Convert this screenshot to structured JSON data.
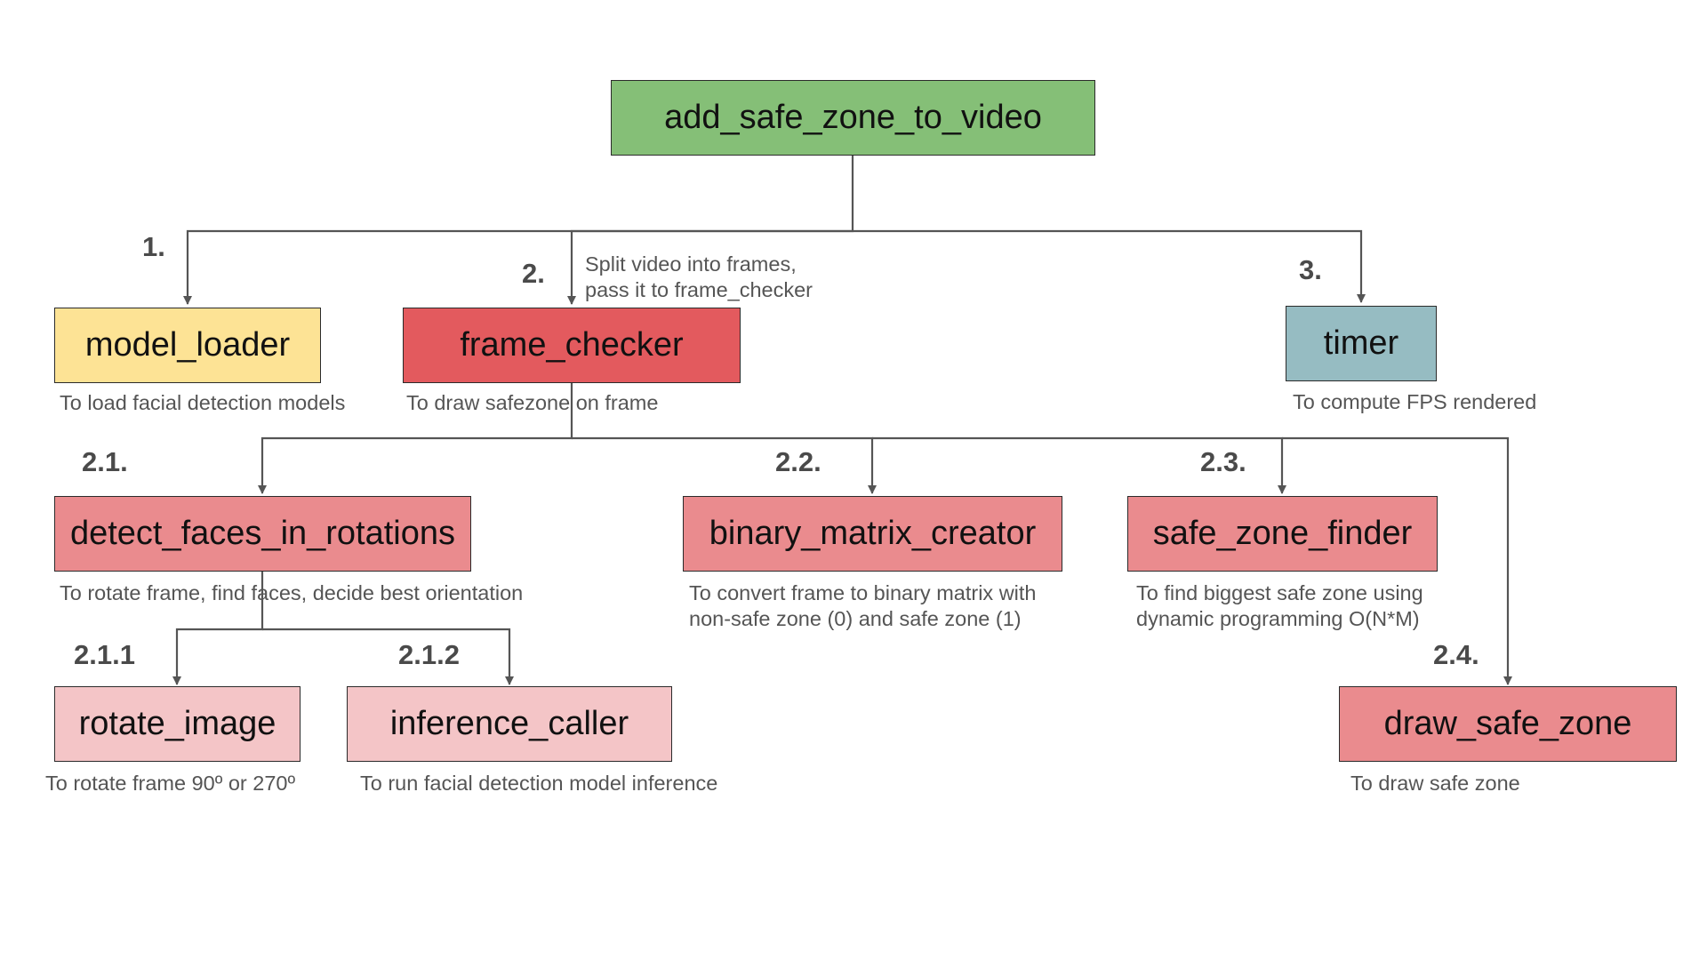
{
  "colors": {
    "root": "#85bf77",
    "loader": "#fde395",
    "checker": "#e35a5e",
    "timer": "#96bcc2",
    "level2": "#ea8b8e",
    "level3": "#f4c5c7",
    "connector": "#555555"
  },
  "nodes": {
    "root": {
      "label": "add_safe_zone_to_video"
    },
    "model_loader": {
      "number": "1.",
      "label": "model_loader",
      "description": "To load facial detection models"
    },
    "frame_checker": {
      "number": "2.",
      "label": "frame_checker",
      "description": "To draw safezone on frame",
      "edge_note": "Split video into frames,\npass it to frame_checker"
    },
    "timer": {
      "number": "3.",
      "label": "timer",
      "description": "To compute FPS rendered"
    },
    "detect_faces": {
      "number": "2.1.",
      "label": "detect_faces_in_rotations",
      "description": "To rotate frame, find faces, decide best orientation"
    },
    "binary_matrix": {
      "number": "2.2.",
      "label": "binary_matrix_creator",
      "description": "To convert frame to binary matrix with\nnon-safe zone (0) and safe zone (1)"
    },
    "safe_zone_finder": {
      "number": "2.3.",
      "label": "safe_zone_finder",
      "description": "To find biggest safe zone using\ndynamic programming O(N*M)"
    },
    "draw_safe_zone": {
      "number": "2.4.",
      "label": "draw_safe_zone",
      "description": "To draw safe zone"
    },
    "rotate_image": {
      "number": "2.1.1",
      "label": "rotate_image",
      "description": "To rotate frame 90º or 270º"
    },
    "inference_caller": {
      "number": "2.1.2",
      "label": "inference_caller",
      "description": "To run facial detection model inference"
    }
  }
}
